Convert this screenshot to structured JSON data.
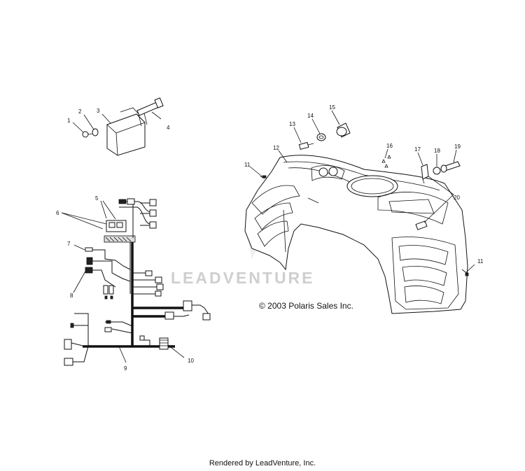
{
  "watermark": "LEADVENTURE",
  "copyright": "© 2003 Polaris Sales Inc.",
  "footer": "Rendered by LeadVenture, Inc.",
  "callouts": {
    "c1": "1",
    "c2": "2",
    "c3": "3",
    "c4": "4",
    "c5": "5",
    "c6": "6",
    "c7": "7",
    "c8": "8",
    "c9": "9",
    "c10": "10",
    "c11a": "11",
    "c11b": "11",
    "c12": "12",
    "c13": "13",
    "c14": "14",
    "c15": "15",
    "c16": "16",
    "c17": "17",
    "c18": "18",
    "c19": "19",
    "c20": "20"
  }
}
